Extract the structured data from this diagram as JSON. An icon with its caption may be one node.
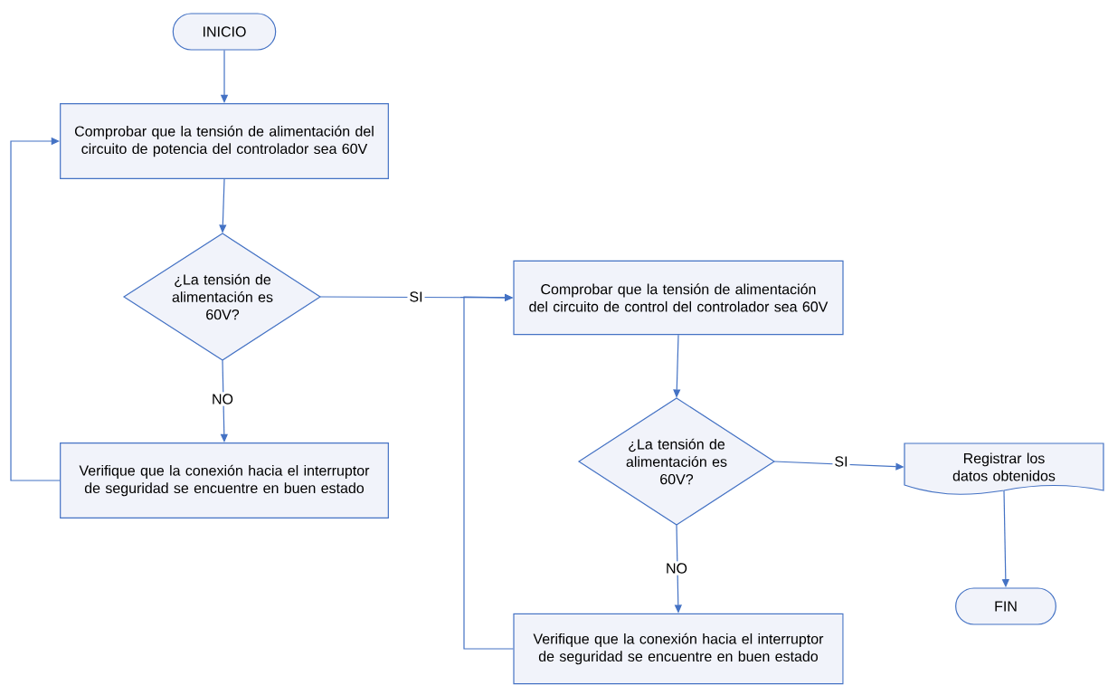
{
  "diagram": {
    "nodes": [
      {
        "text": [
          "INICIO"
        ]
      },
      {
        "text": [
          "Comprobar que la tensión de alimentación del circuito de potencia del controlador sea 60V"
        ]
      },
      {
        "text": [
          "¿La tensión de alimentación es 60V?"
        ]
      },
      {
        "text": [
          "Verifique que la conexión hacia el interruptor de seguridad se encuentre en buen estado"
        ]
      },
      {
        "text": [
          "Comprobar que la tensión de alimentación del circuito de control del controlador sea 60V"
        ]
      },
      {
        "text": [
          "¿La tensión de alimentación es 60V?"
        ]
      },
      {
        "text": [
          "Verifique que la conexión hacia el interruptor de seguridad se encuentre en buen estado"
        ]
      },
      {
        "text": [
          "Registrar los datos obtenidos"
        ]
      },
      {
        "text": [
          "FIN"
        ]
      }
    ],
    "edges": [
      {
        "from": 0,
        "to": 1,
        "arrow": "to"
      },
      {
        "from": 1,
        "to": 2,
        "arrow": "to"
      },
      {
        "from": 2,
        "to": 4,
        "arrow": "to",
        "label": "SI"
      },
      {
        "from": 2,
        "to": 3,
        "arrow": "to",
        "label": "NO"
      },
      {
        "from": 3,
        "to": 1,
        "arrow": "to"
      },
      {
        "from": 4,
        "to": 5,
        "arrow": "to"
      },
      {
        "from": 5,
        "to": 7,
        "arrow": "to",
        "label": "SI"
      },
      {
        "from": 5,
        "to": 6,
        "arrow": "to",
        "label": "NO"
      },
      {
        "from": 6,
        "to": 4,
        "arrow": "to"
      },
      {
        "from": 7,
        "to": 8,
        "arrow": "to"
      }
    ]
  }
}
